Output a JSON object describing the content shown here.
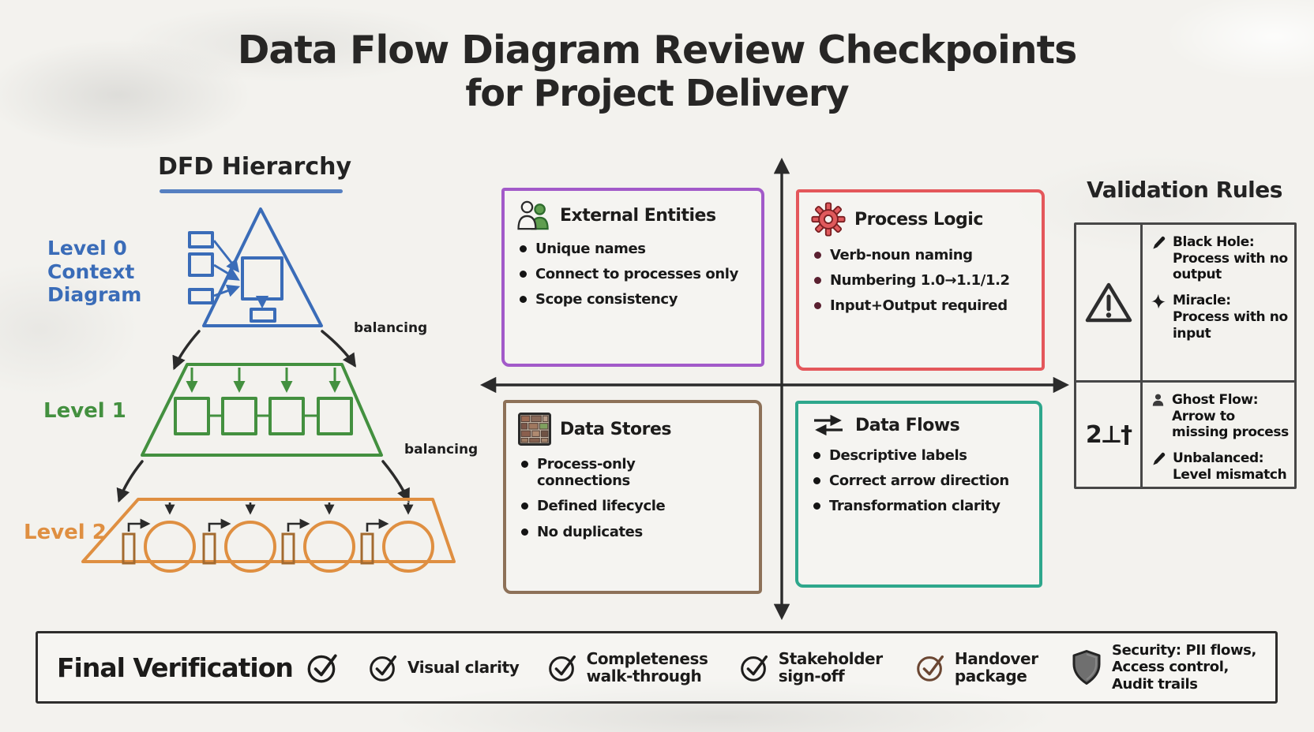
{
  "title": {
    "line1": "Data Flow Diagram Review Checkpoints",
    "line2": "for Project Delivery"
  },
  "colors": {
    "blue": "#3a6cb8",
    "green": "#43903f",
    "orange": "#df8f41",
    "purple": "#a25ac9",
    "red": "#e4575b",
    "brown": "#8d7158",
    "teal": "#2ea78c",
    "ink": "#2b2b2b",
    "dark_red_bullet": "#5a2030"
  },
  "hierarchy": {
    "heading": "DFD Hierarchy",
    "level0_label": "Level 0 Context Diagram",
    "level1_label": "Level 1",
    "level2_label": "Level 2",
    "balancing_top": "balancing",
    "balancing_bottom": "balancing"
  },
  "quadrants": [
    {
      "icon": "people-icon",
      "title": "External Entities",
      "bullets": [
        "Unique names",
        "Connect to processes only",
        "Scope consistency"
      ]
    },
    {
      "icon": "gear-icon",
      "title": "Process Logic",
      "bullets": [
        "Verb-noun naming",
        "Numbering 1.0→1.1/1.2",
        "Input+Output required"
      ]
    },
    {
      "icon": "bricks-icon",
      "title": "Data Stores",
      "bullets": [
        "Process-only connections",
        "Defined lifecycle",
        "No duplicates"
      ]
    },
    {
      "icon": "swap-arrows-icon",
      "title": "Data Flows",
      "bullets": [
        "Descriptive labels",
        "Correct arrow direction",
        "Transformation clarity"
      ]
    }
  ],
  "validation": {
    "heading": "Validation Rules",
    "rows": [
      {
        "badge_icon": "warning-triangle-icon",
        "entries": [
          {
            "icon": "pencil-icon",
            "name": "Black Hole:",
            "desc": "Process with no output"
          },
          {
            "icon": "sparkle-icon",
            "name": "Miracle:",
            "desc": "Process with no input"
          }
        ]
      },
      {
        "badge_text": "2⊥†",
        "entries": [
          {
            "icon": "person-icon",
            "name": "Ghost Flow:",
            "desc": "Arrow to missing process"
          },
          {
            "icon": "pencil-icon",
            "name": "Unbalanced:",
            "desc": "Level mismatch"
          }
        ]
      }
    ]
  },
  "footer": {
    "title": "Final Verification",
    "items": [
      "Visual clarity",
      "Completeness walk-through",
      "Stakeholder sign-off",
      "Handover package"
    ],
    "security_lines": [
      "Security: PII flows,",
      "Access control,",
      "Audit trails"
    ]
  }
}
